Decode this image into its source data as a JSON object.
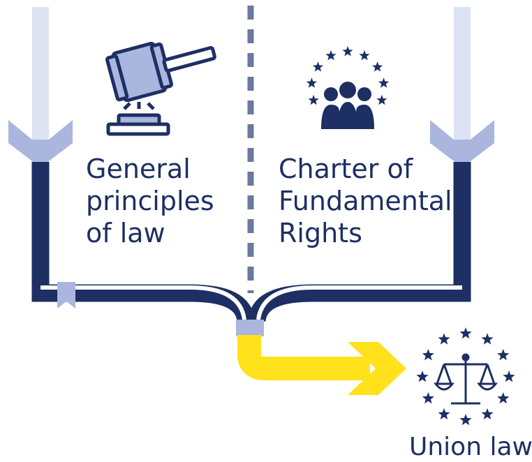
{
  "labels": {
    "general_principles": [
      "General",
      "principles",
      "of law"
    ],
    "charter": [
      "Charter of",
      "Fundamental",
      "Rights"
    ],
    "union_law": "Union law"
  },
  "icons": {
    "left_top": "gavel-icon",
    "right_top": "eu-stars-people-icon",
    "result": "eu-stars-scales-icon",
    "bookmark": "bookmark-icon"
  },
  "colors": {
    "navy": "#1d2f63",
    "light_blue": "#dde3f2",
    "mid_blue": "#aab6dd",
    "slate": "#6b789f",
    "yellow": "#ffe21c"
  }
}
